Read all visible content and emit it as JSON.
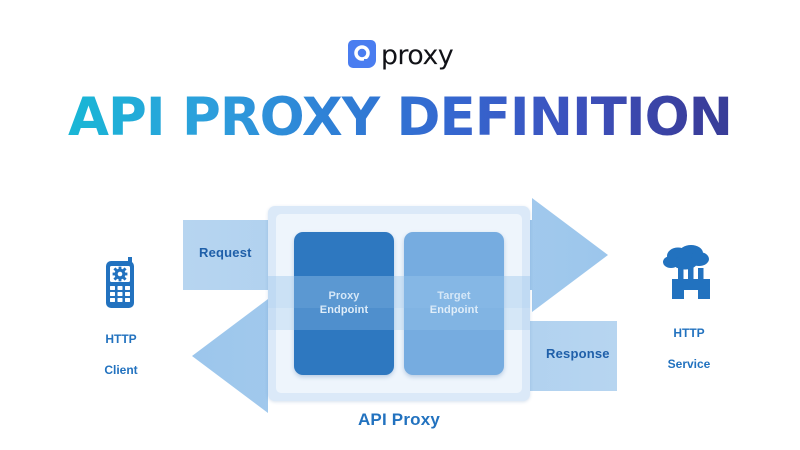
{
  "brand": {
    "logo_icon": "proxy-logo-mark",
    "wordmark": "proxy",
    "mark_color": "#4a7df0",
    "word_color": "#111217"
  },
  "headline": {
    "text": "API PROXY DEFINITION",
    "gradient_from": "#17bcd4",
    "gradient_to": "#363a8e"
  },
  "diagram": {
    "container": {
      "caption": "API Proxy",
      "caption_color": "#2272bf",
      "outer_fill": "#dbe9f8",
      "inner_fill": "#eef5fc"
    },
    "endpoints": [
      {
        "label": "Proxy\nEndpoint",
        "line1": "Proxy",
        "line2": "Endpoint",
        "fill": "#2e78c0",
        "text_color": "#ffffff"
      },
      {
        "label": "Target\nEndpoint",
        "line1": "Target",
        "line2": "Endpoint",
        "fill": "#76ace0",
        "text_color": "#ffffff"
      }
    ],
    "flows": [
      {
        "label": "Request",
        "direction": "left-to-right",
        "color": "#a9cdee",
        "label_color": "#1f5fa9"
      },
      {
        "label": "Response",
        "direction": "right-to-left",
        "color": "#a9cdee",
        "label_color": "#1f5fa9"
      }
    ],
    "nodes": [
      {
        "icon": "mobile-phone-gear-icon",
        "line1": "HTTP",
        "line2": "Client",
        "color": "#2272bf"
      },
      {
        "icon": "factory-cloud-icon",
        "line1": "HTTP",
        "line2": "Service",
        "color": "#2272bf"
      }
    ]
  }
}
